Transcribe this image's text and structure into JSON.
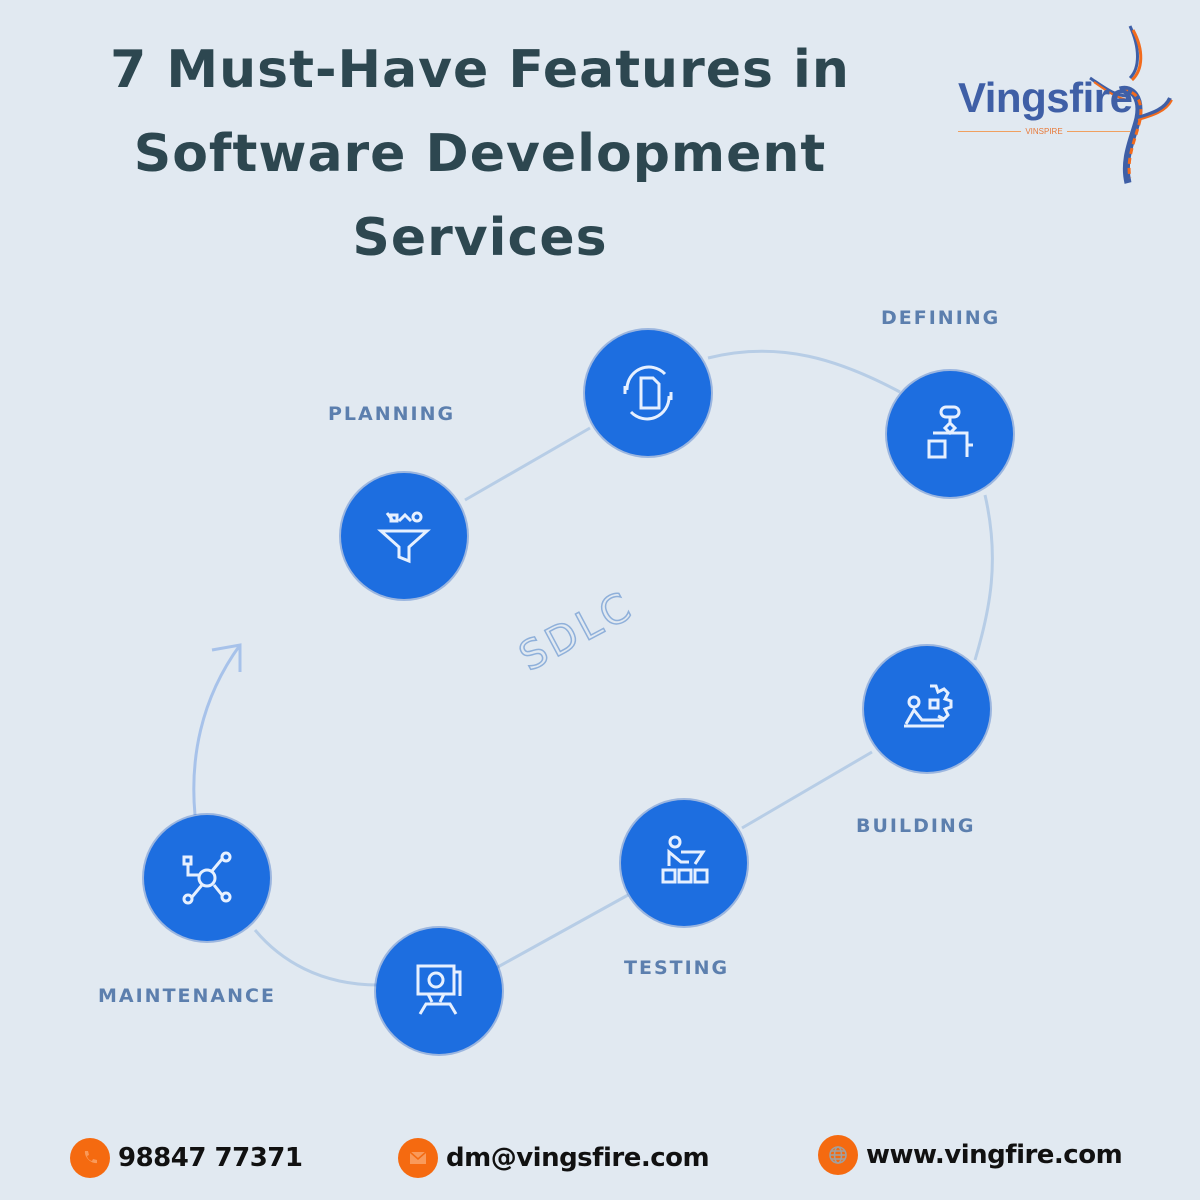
{
  "header": {
    "title_lines": [
      "7 Must-Have Features in",
      "Software Development",
      "Services"
    ]
  },
  "logo": {
    "brand": "Vingsfire",
    "tagline": "VINSPIRE",
    "colors": {
      "text": "#3f5fa6",
      "accent": "#f26b1d"
    }
  },
  "diagram": {
    "center_label": "SDLC",
    "node_color": "#1d6ee0",
    "line_color": "#b7cde6",
    "stages": [
      {
        "label": "PLANNING",
        "icon": "funnel-icon"
      },
      {
        "label": "",
        "icon": "document-cycle-icon"
      },
      {
        "label": "DEFINING",
        "icon": "flowchart-icon"
      },
      {
        "label": "BUILDING",
        "icon": "gear-developer-icon"
      },
      {
        "label": "TESTING",
        "icon": "tester-checklist-icon"
      },
      {
        "label": "",
        "icon": "monitor-deploy-icon"
      },
      {
        "label": "MAINTENANCE",
        "icon": "network-settings-icon"
      }
    ]
  },
  "footer": {
    "phone": {
      "icon": "phone-icon",
      "text": "98847 77371"
    },
    "email": {
      "icon": "mail-icon",
      "text": "dm@vingsfire.com"
    },
    "website": {
      "icon": "globe-icon",
      "text": "www.vingfire.com"
    },
    "icon_bg": "#f56a10"
  }
}
